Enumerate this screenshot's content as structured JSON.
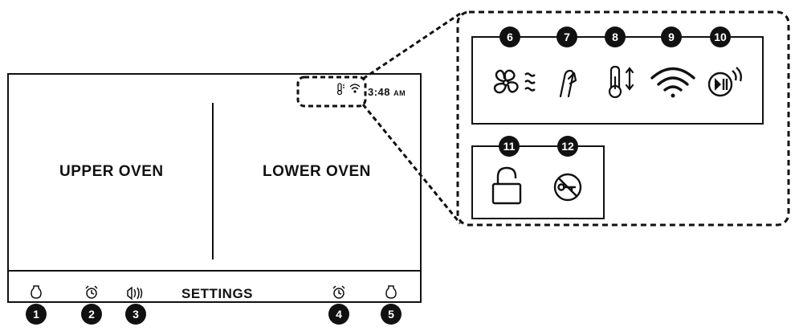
{
  "screen": {
    "upper_oven": "UPPER OVEN",
    "lower_oven": "LOWER OVEN",
    "settings": "SETTINGS",
    "time": "3:48",
    "ampm": "AM"
  },
  "callouts": {
    "bottom": [
      "1",
      "2",
      "3",
      "4",
      "5"
    ],
    "zoom_top": [
      "6",
      "7",
      "8",
      "9",
      "10"
    ],
    "zoom_bottom": [
      "11",
      "12"
    ]
  },
  "icons": {
    "bottom": [
      "light-bulb-icon",
      "alarm-clock-icon",
      "speaker-icon",
      "alarm-clock-icon",
      "light-bulb-icon"
    ],
    "zoom_top": [
      "convection-fan-icon",
      "meat-probe-icon",
      "temperature-icon",
      "wifi-icon",
      "remote-start-icon"
    ],
    "zoom_bottom": [
      "control-lock-icon",
      "door-lock-icon"
    ]
  }
}
